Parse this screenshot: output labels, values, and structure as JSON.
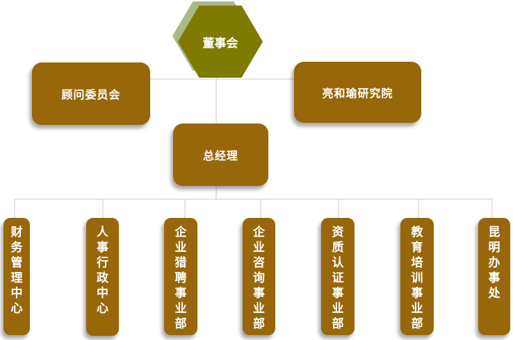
{
  "board": {
    "label": "董事会"
  },
  "advisory": {
    "label": "顾问委员会"
  },
  "institute": {
    "label": "亮和瑜研究院"
  },
  "gm": {
    "label": "总经理"
  },
  "departments": [
    {
      "label": "财务管理中心"
    },
    {
      "label": "人事行政中心"
    },
    {
      "label": "企业猎聘事业部"
    },
    {
      "label": "企业咨询事业部"
    },
    {
      "label": "资质认证事业部"
    },
    {
      "label": "教育培训事业部"
    },
    {
      "label": "昆明办事处"
    }
  ],
  "colors": {
    "box_fill": "#98670a",
    "hexagon_fill": "#7f7a00",
    "hexagon_shadow": "#a9b98a",
    "connector": "#c8c8c8",
    "text": "#ffffff"
  }
}
